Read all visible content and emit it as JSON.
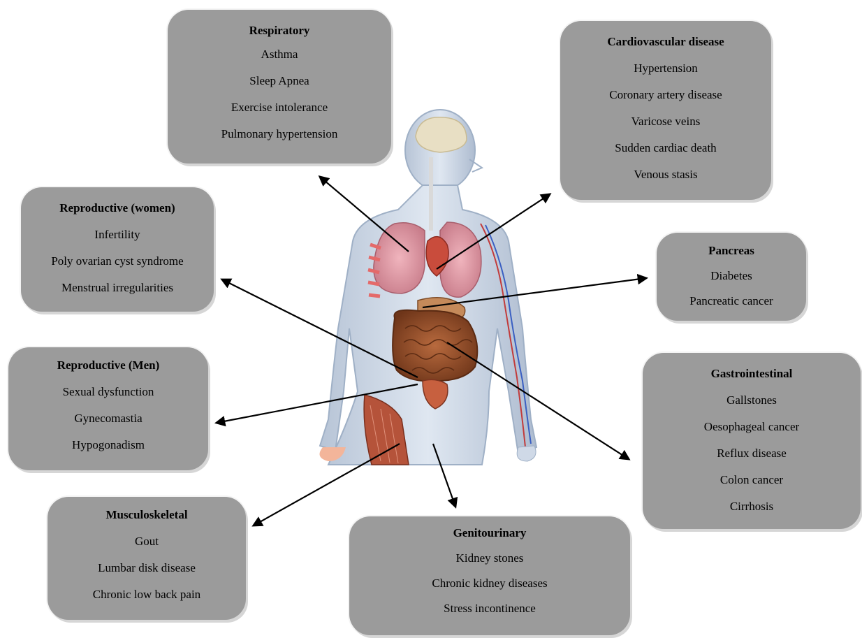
{
  "diagram": {
    "boxes": [
      {
        "id": "respiratory",
        "title": "Respiratory",
        "items": [
          "Asthma",
          "Sleep Apnea",
          "Exercise intolerance",
          "Pulmonary hypertension"
        ]
      },
      {
        "id": "cardiovascular",
        "title": "Cardiovascular disease",
        "items": [
          "Hypertension",
          "Coronary artery disease",
          "Varicose veins",
          "Sudden cardiac death",
          "Venous stasis"
        ]
      },
      {
        "id": "reproductive-women",
        "title": "Reproductive (women)",
        "items": [
          "Infertility",
          "Poly ovarian cyst syndrome",
          "Menstrual irregularities"
        ]
      },
      {
        "id": "pancreas",
        "title": "Pancreas",
        "items": [
          "Diabetes",
          "Pancreatic cancer"
        ]
      },
      {
        "id": "reproductive-men",
        "title": "Reproductive (Men)",
        "items": [
          "Sexual dysfunction",
          "Gynecomastia",
          "Hypogonadism"
        ]
      },
      {
        "id": "gastrointestinal",
        "title": "Gastrointestinal",
        "items": [
          "Gallstones",
          "Oesophageal cancer",
          "Reflux disease",
          "Colon cancer",
          "Cirrhosis"
        ]
      },
      {
        "id": "musculoskeletal",
        "title": "Musculoskeletal",
        "items": [
          "Gout",
          "Lumbar disk disease",
          "Chronic low back pain"
        ]
      },
      {
        "id": "genitourinary",
        "title": "Genitourinary",
        "items": [
          "Kidney stones",
          "Chronic kidney diseases",
          "Stress incontinence"
        ]
      }
    ]
  },
  "colors": {
    "box_fill": "#9b9b9b",
    "arrow": "#000000",
    "skin": "#c9d4e2",
    "lung": "#d98f9c",
    "intestine": "#8b4a2a",
    "muscle": "#b5533a",
    "brain": "#e8dfc4"
  }
}
